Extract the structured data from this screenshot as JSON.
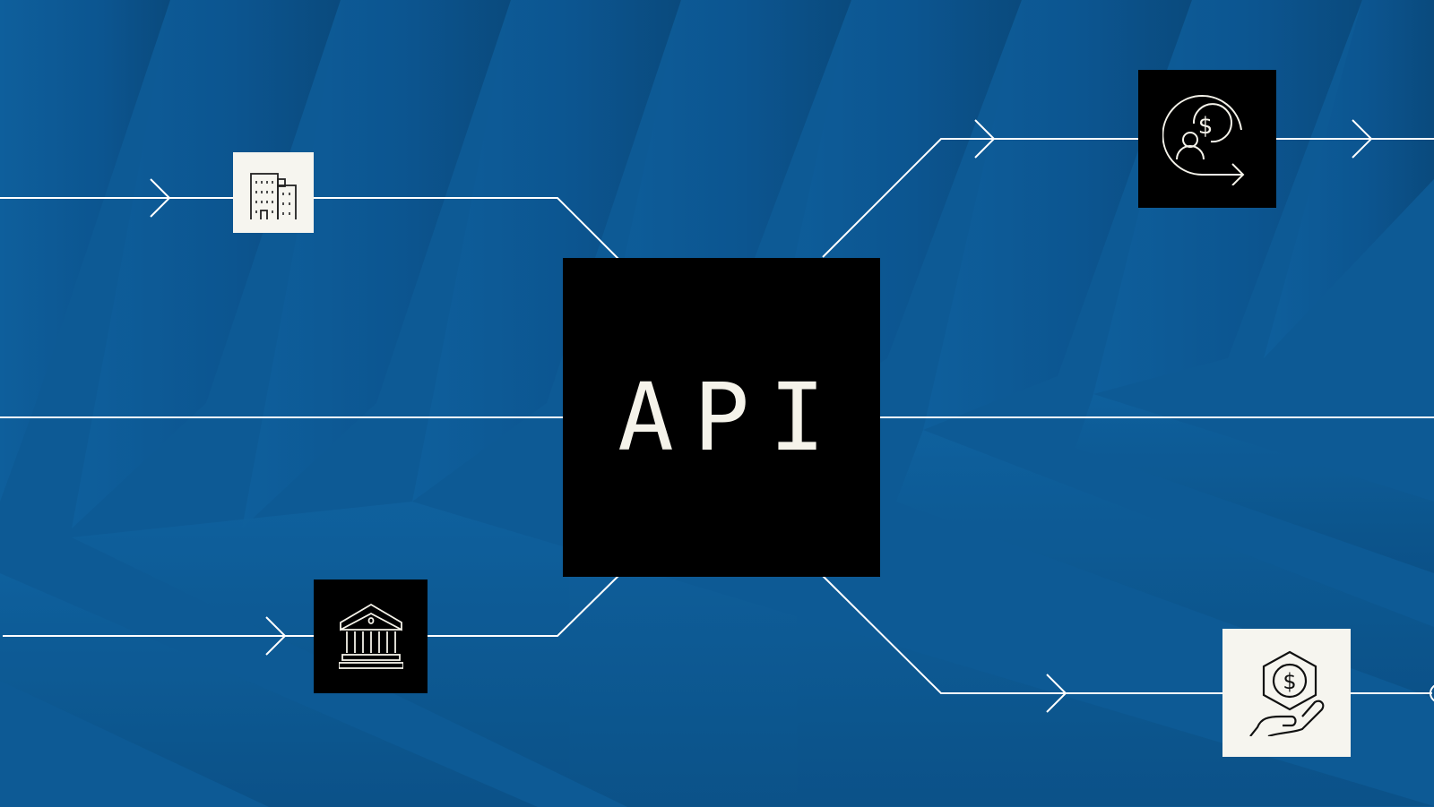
{
  "diagram": {
    "title": "API",
    "colors": {
      "background": "#0d5a95",
      "background_dark_band": "#0b4f83",
      "line": "#ffffff",
      "dark_node": "#000000",
      "light_node": "#f6f5ef"
    },
    "center_node": {
      "label": "API",
      "icon": "none"
    },
    "nodes": [
      {
        "id": "company",
        "icon": "office-building-icon",
        "style": "light",
        "side": "input"
      },
      {
        "id": "bank",
        "icon": "bank-institution-icon",
        "style": "dark",
        "side": "input"
      },
      {
        "id": "recurring-payment",
        "icon": "user-dollar-cycle-icon",
        "style": "dark",
        "side": "output"
      },
      {
        "id": "receive-funds",
        "icon": "hand-dollar-coin-icon",
        "style": "light",
        "side": "output"
      }
    ],
    "edges": [
      {
        "from": "left-edge",
        "to": "company"
      },
      {
        "from": "company",
        "to": "API"
      },
      {
        "from": "left-edge",
        "to": "API"
      },
      {
        "from": "left-edge",
        "to": "bank"
      },
      {
        "from": "bank",
        "to": "API"
      },
      {
        "from": "API",
        "to": "recurring-payment"
      },
      {
        "from": "recurring-payment",
        "to": "right-edge"
      },
      {
        "from": "API",
        "to": "right-edge"
      },
      {
        "from": "API",
        "to": "receive-funds"
      },
      {
        "from": "receive-funds",
        "to": "right-edge"
      }
    ]
  }
}
